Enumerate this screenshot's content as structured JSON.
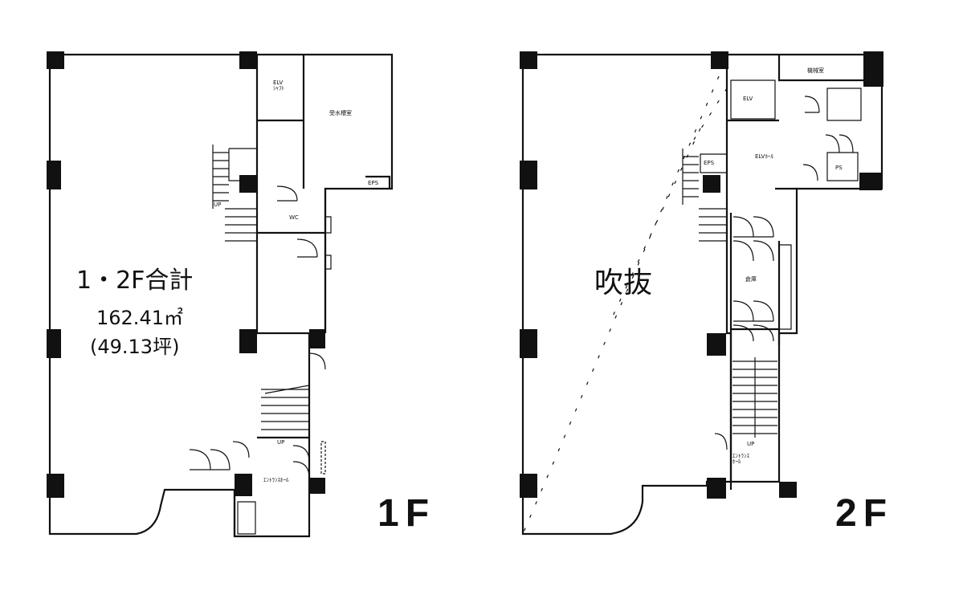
{
  "floor1": {
    "label": "1F",
    "total_label": "1・2F合計",
    "area_sqm": "162.41㎡",
    "area_tsubo": "(49.13坪)",
    "rooms": {
      "elv": "ELV\nｼｬﾌﾄ",
      "substation": "受水槽室",
      "eps": "EPS",
      "up_main": "UP",
      "up_stair": "UP",
      "wc": "WC",
      "entrance": "ｴﾝﾄﾗﾝｽﾎｰﾙ"
    }
  },
  "floor2": {
    "label": "2F",
    "void": "吹抜",
    "rooms": {
      "elv": "ELV",
      "machine": "機械室",
      "elv_hall": "ELVﾎｰﾙ",
      "eps": "EPS",
      "ps": "PS",
      "storage": "倉庫",
      "up": "UP",
      "entrance": "ｴﾝﾄﾗﾝｽ\nﾎｰﾙ"
    }
  },
  "colors": {
    "wall": "#111111",
    "background": "#ffffff"
  }
}
